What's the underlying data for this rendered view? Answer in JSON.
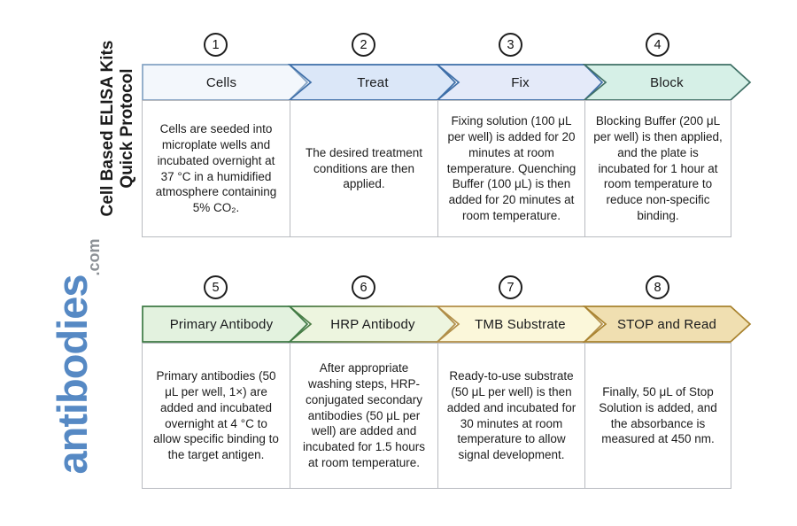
{
  "sidebar": {
    "title_line1": "Cell Based ELISA Kits",
    "title_line2": "Quick Protocol",
    "logo_text": "antibodies",
    "logo_suffix": ".com",
    "logo_color": "#5689c4",
    "logo_suffix_color": "#8b9095"
  },
  "steps": [
    {
      "number": "1",
      "title": "Cells",
      "description": "Cells are seeded into microplate wells and incubated overnight at 37 °C in a humidified atmosphere containing 5% CO₂.",
      "arrow_fill": "#f3f7fc",
      "arrow_stroke": "#84a3c4"
    },
    {
      "number": "2",
      "title": "Treat",
      "description": "The desired treatment conditions are then applied.",
      "arrow_fill": "#dbe7f8",
      "arrow_stroke": "#3d6ea8"
    },
    {
      "number": "3",
      "title": "Fix",
      "description": "Fixing solution (100 μL per well) is added for 20 minutes at room temperature. Quenching Buffer (100 μL) is then added for 20 minutes at room temperature.",
      "arrow_fill": "#e4eaf9",
      "arrow_stroke": "#3d6ea8"
    },
    {
      "number": "4",
      "title": "Block",
      "description": "Blocking Buffer (200 μL per well) is then applied, and the plate is incubated for 1 hour at room temperature to reduce non-specific binding.",
      "arrow_fill": "#d6f0e7",
      "arrow_stroke": "#3f7065"
    },
    {
      "number": "5",
      "title": "Primary Antibody",
      "description": "Primary antibodies (50 μL per well, 1×) are added and incubated overnight at 4 °C to allow specific binding to the target antigen.",
      "arrow_fill": "#e3f2df",
      "arrow_stroke": "#3e7a44"
    },
    {
      "number": "6",
      "title": "HRP Antibody",
      "description": "After appropriate washing steps, HRP-conjugated secondary antibodies (50 μL per well) are added and incubated for 1.5 hours at room temperature.",
      "arrow_fill": "#edf5df",
      "arrow_stroke": "#6e843f",
      "arrow_stroke_from": "#3e7a44",
      "arrow_stroke_to": "#b28e47"
    },
    {
      "number": "7",
      "title": "TMB Substrate",
      "description": "Ready-to-use substrate (50 μL per well) is then added and incubated for 30 minutes at room temperature to allow signal development.",
      "arrow_fill": "#fbf7da",
      "arrow_stroke": "#b28e47"
    },
    {
      "number": "8",
      "title": "STOP and Read",
      "description": "Finally, 50 μL of Stop Solution is added, and the absorbance is measured at 450 nm.",
      "arrow_fill": "#f0dfb1",
      "arrow_stroke": "#a8822e"
    }
  ]
}
